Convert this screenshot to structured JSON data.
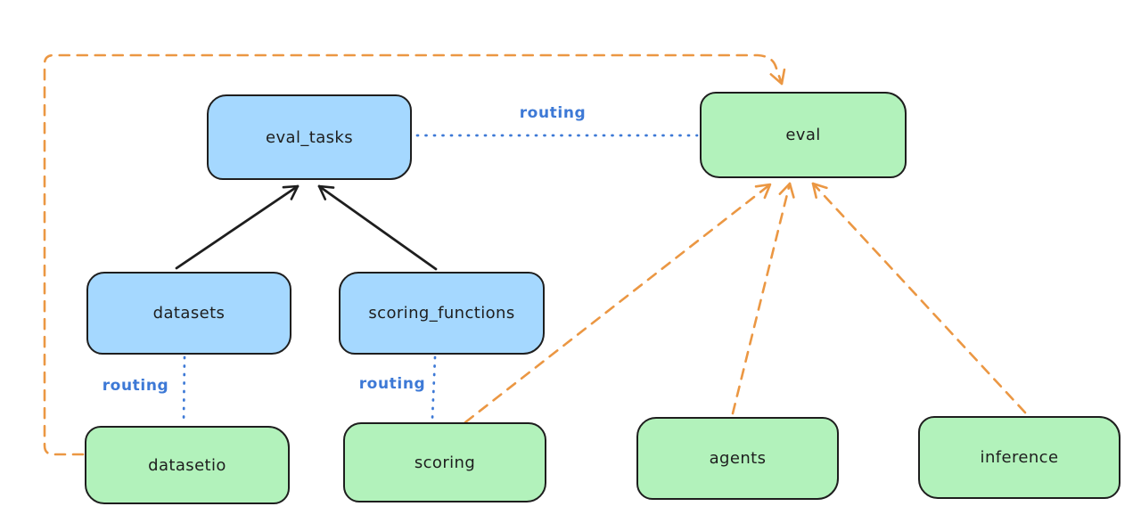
{
  "diagram": {
    "nodes": [
      {
        "id": "eval_tasks",
        "label": "eval_tasks",
        "fill": "blue"
      },
      {
        "id": "eval",
        "label": "eval",
        "fill": "green"
      },
      {
        "id": "datasets",
        "label": "datasets",
        "fill": "blue"
      },
      {
        "id": "scoring_functions",
        "label": "scoring_functions",
        "fill": "blue"
      },
      {
        "id": "datasetio",
        "label": "datasetio",
        "fill": "green"
      },
      {
        "id": "scoring",
        "label": "scoring",
        "fill": "green"
      },
      {
        "id": "agents",
        "label": "agents",
        "fill": "green"
      },
      {
        "id": "inference",
        "label": "inference",
        "fill": "green"
      }
    ],
    "edges": [
      {
        "from": "datasets",
        "to": "eval_tasks",
        "style": "solid",
        "color": "black",
        "label": ""
      },
      {
        "from": "scoring_functions",
        "to": "eval_tasks",
        "style": "solid",
        "color": "black",
        "label": ""
      },
      {
        "from": "eval_tasks",
        "to": "eval",
        "style": "dotted",
        "color": "blue",
        "label": "routing"
      },
      {
        "from": "datasets",
        "to": "datasetio",
        "style": "dotted",
        "color": "blue",
        "label": "routing"
      },
      {
        "from": "scoring_functions",
        "to": "scoring",
        "style": "dotted",
        "color": "blue",
        "label": "routing"
      },
      {
        "from": "datasetio",
        "to": "eval",
        "style": "dashed",
        "color": "orange",
        "label": ""
      },
      {
        "from": "scoring",
        "to": "eval",
        "style": "dashed",
        "color": "orange",
        "label": ""
      },
      {
        "from": "agents",
        "to": "eval",
        "style": "dashed",
        "color": "orange",
        "label": ""
      },
      {
        "from": "inference",
        "to": "eval",
        "style": "dashed",
        "color": "orange",
        "label": ""
      }
    ]
  },
  "colors": {
    "canvas-bg": "#ffffff",
    "node-blue": "#a5d8ff",
    "node-green": "#b2f2bb",
    "stroke-dark": "#1e1e1e",
    "routing-blue": "#3d79d6",
    "arrow-orange": "#eb9743"
  }
}
